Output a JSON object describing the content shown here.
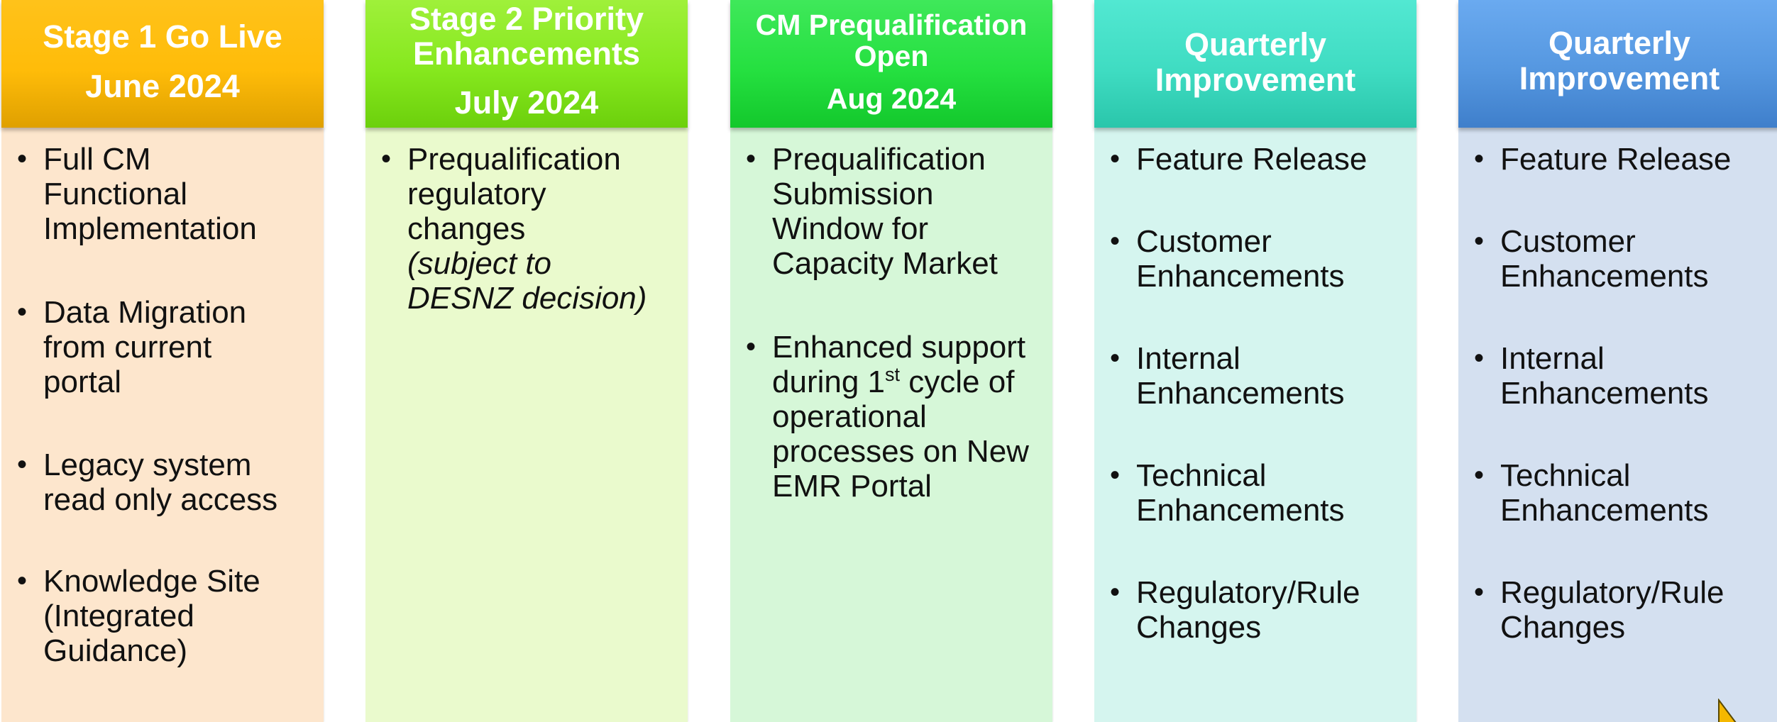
{
  "columns": [
    {
      "header_lines": [
        "Stage 1 Go Live",
        "June 2024"
      ],
      "items": [
        {
          "text": "Full CM Functional Implementation"
        },
        {
          "text": "Data Migration from current portal"
        },
        {
          "text": "Legacy system read only access"
        },
        {
          "text": "Knowledge Site (Integrated Guidance)"
        }
      ]
    },
    {
      "header_lines": [
        "Stage 2 Priority",
        "Enhancements",
        "July 2024"
      ],
      "items": [
        {
          "text": "Prequalification regulatory changes",
          "note": "(subject to DESNZ decision)"
        }
      ]
    },
    {
      "header_lines": [
        "CM Prequalification",
        "Open",
        "Aug 2024"
      ],
      "items": [
        {
          "text": "Prequalification Submission Window for Capacity Market"
        },
        {
          "text_before": "Enhanced support during 1",
          "sup": "st",
          "text_after": " cycle of operational processes on New EMR Portal"
        }
      ]
    },
    {
      "header_lines": [
        "Quarterly",
        "Improvement"
      ],
      "items": [
        {
          "text": "Feature Release"
        },
        {
          "text": "Customer Enhancements"
        },
        {
          "text": "Internal Enhancements"
        },
        {
          "text": "Technical Enhancements"
        },
        {
          "text": "Regulatory/Rule Changes"
        }
      ]
    },
    {
      "header_lines": [
        "Quarterly",
        "Improvement"
      ],
      "items": [
        {
          "text": "Feature Release"
        },
        {
          "text": "Customer Enhancements"
        },
        {
          "text": "Internal Enhancements"
        },
        {
          "text": "Technical Enhancements"
        },
        {
          "text": "Regulatory/Rule Changes"
        }
      ]
    }
  ],
  "icons": {
    "bullet": "•",
    "cursor": "mouse-pointer-icon"
  },
  "colors": {
    "stage1_header": "#ffbc09",
    "stage2_header": "#86e81e",
    "prequal_header": "#25e040",
    "quarterly1_header": "#3fdcc2",
    "quarterly2_header": "#5597e0"
  }
}
